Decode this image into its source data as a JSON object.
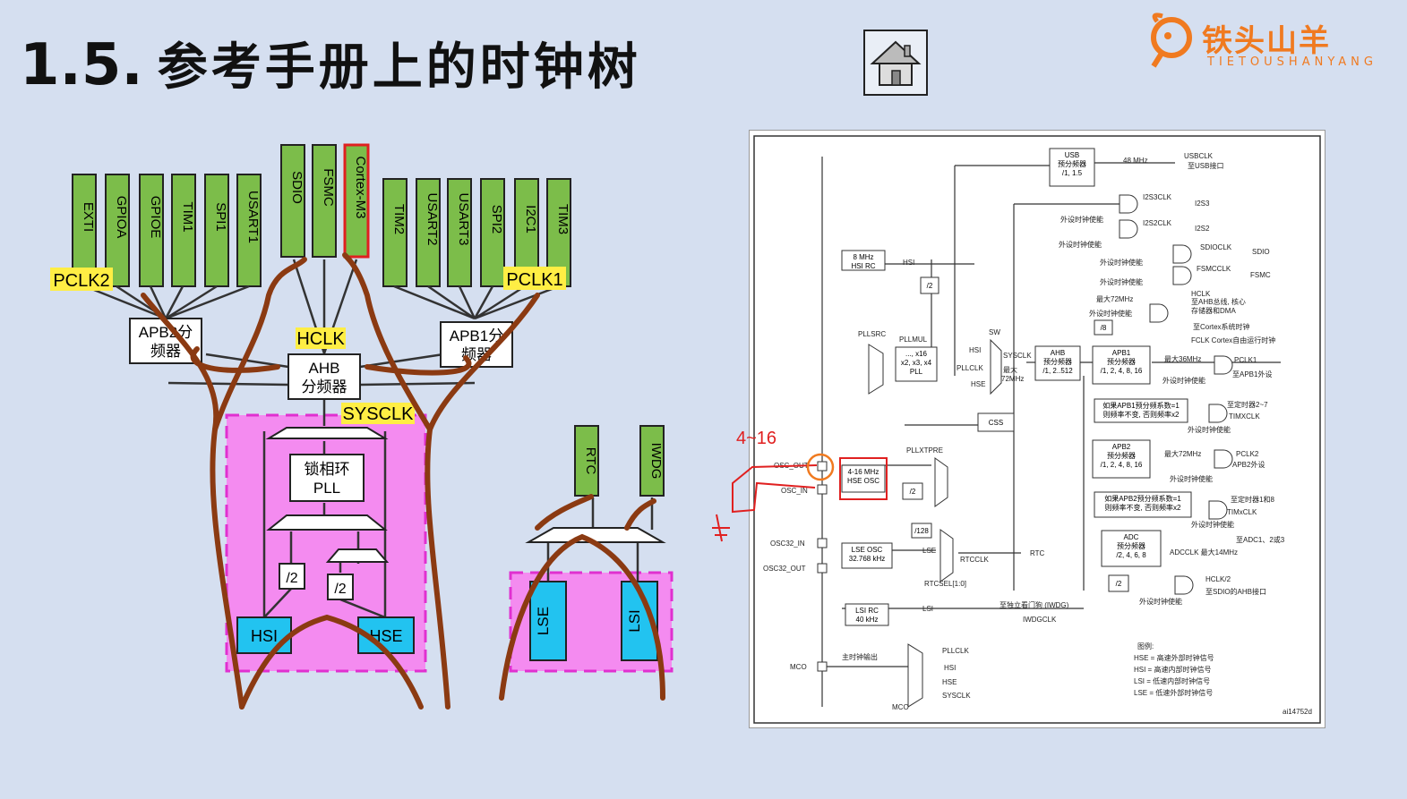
{
  "header": {
    "number": "1.5.",
    "title": "参考手册上的时钟树",
    "home_icon": "home-icon"
  },
  "logo": {
    "main": "铁头山羊",
    "sub": "TIETOUSHANYANG"
  },
  "tree": {
    "apb2_peripherals": [
      "EXTI",
      "GPIOA",
      "GPIOE",
      "TIM1",
      "SPI1",
      "USART1"
    ],
    "ahb_peripherals": [
      "SDIO",
      "FSMC",
      "Cortex-M3"
    ],
    "apb1_peripherals": [
      "TIM2",
      "USART2",
      "USART3",
      "SPI2",
      "I2C1",
      "TIM3"
    ],
    "pclk2": "PCLK2",
    "pclk1": "PCLK1",
    "hclk": "HCLK",
    "sysclk": "SYSCLK",
    "apb2_box": [
      "APB2分",
      "频器"
    ],
    "apb1_box": [
      "APB1分",
      "频器"
    ],
    "ahb_box": [
      "AHB",
      "分频器"
    ],
    "pll_box": [
      "锁相环",
      "PLL"
    ],
    "div2_a": "/2",
    "div2_b": "/2",
    "hsi": "HSI",
    "hse": "HSE",
    "rtc": "RTC",
    "iwdg": "IWDG",
    "lse": "LSE",
    "lsi": "LSI",
    "colors": {
      "green": "#7cbd4a",
      "cyan": "#22c3f0",
      "pink": "#f48bf0",
      "brown": "#8b3a12",
      "yellow": "#ffee44"
    }
  },
  "reference": {
    "usb_box": [
      "USB",
      "预分频器",
      "/1, 1.5"
    ],
    "mhz48": "48 MHz",
    "usbclk": "USBCLK",
    "usbclk_sub": "至USB接口",
    "i2s3clk": "I2S3CLK",
    "i2s3": "I2S3",
    "i2s2clk": "I2S2CLK",
    "i2s2": "I2S2",
    "periph_en": "外设时钟使能",
    "sdioclk": "SDIOCLK",
    "sdio": "SDIO",
    "fsmcclk": "FSMCCLK",
    "fsmc": "FSMC",
    "hsi_rc": [
      "8 MHz",
      "HSI RC"
    ],
    "hsi": "HSI",
    "div2": "/2",
    "max72": "最大72MHz",
    "hclk_lines": [
      "HCLK",
      "至AHB总线, 核心",
      "存储器和DMA"
    ],
    "div8": "/8",
    "cortex_clk": "至Cortex系统时钟",
    "fclk": "FCLK Cortex自由运行时钟",
    "pllsrc": "PLLSRC",
    "pllmul": "PLLMUL",
    "pll_box": [
      "..., x16",
      "x2, x3, x4",
      "PLL"
    ],
    "sw": "SW",
    "hsi_in": "HSI",
    "pllclk": "PLLCLK",
    "hse_in": "HSE",
    "sysclk": "SYSCLK",
    "sysclk_max": [
      "最大",
      "72MHz"
    ],
    "ahb_box": [
      "AHB",
      "预分频器",
      "/1, 2..512"
    ],
    "apb1_box": [
      "APB1",
      "预分频器",
      "/1, 2, 4, 8, 16"
    ],
    "max36": "最大36MHz",
    "pclk1": "PCLK1",
    "pclk1_sub": "至APB1外设",
    "tim27": "至定时器2~7",
    "timxclk": "TIMXCLK",
    "apb1_note": [
      "如果APB1预分频系数=1",
      "则频率不变, 否则频率x2"
    ],
    "css": "CSS",
    "pllxtpre": "PLLXTPRE",
    "apb2_box": [
      "APB2",
      "预分频器",
      "/1, 2, 4, 8, 16"
    ],
    "max72b": "最大72MHz",
    "pclk2": "PCLK2",
    "pclk2_sub": "APB2外设",
    "osc_out": "OSC_OUT",
    "osc_in": "OSC_IN",
    "hse_osc": [
      "4-16 MHz",
      "HSE OSC"
    ],
    "handwrite": "4~16",
    "tim18": "至定时器1和8",
    "timxclk2": "TIMxCLK",
    "apb2_note": [
      "如果APB2预分频系数=1",
      "则频率不变, 否则频率x2"
    ],
    "div128": "/128",
    "adc_box": [
      "ADC",
      "预分频器",
      "/2, 4, 6, 8"
    ],
    "adc_to": "至ADC1、2或3",
    "adcclk": "ADCCLK  最大14MHz",
    "osc32_in": "OSC32_IN",
    "osc32_out": "OSC32_OUT",
    "lse_osc": [
      "LSE OSC",
      "32.768 kHz"
    ],
    "lse": "LSE",
    "rtcclk": "RTCCLK",
    "rtc": "RTC",
    "rtcsel": "RTCSEL[1:0]",
    "hclk2": "HCLK/2",
    "sdio_ahb": "至SDIO的AHB接口",
    "lsi_rc": [
      "LSI RC",
      "40 kHz"
    ],
    "lsi": "LSI",
    "iwdg_to": "至独立看门狗  (IWDG)",
    "iwdgclk": "IWDGCLK",
    "mco_label": "主时钟输出",
    "mco": "MCO",
    "mco_in": [
      "PLLCLK",
      "HSI",
      "HSE",
      "SYSCLK"
    ],
    "mco_bottom": "MCO",
    "legend_title": "图例:",
    "legend": [
      "HSE = 高速外部时钟信号",
      "HSI = 高速内部时钟信号",
      "LSI = 低速内部时钟信号",
      "LSE = 低速外部时钟信号"
    ],
    "doc_id": "ai14752d"
  }
}
